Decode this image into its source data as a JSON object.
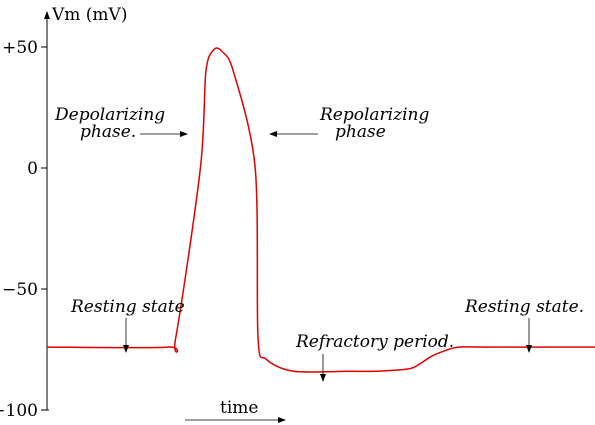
{
  "chart_data": {
    "type": "line",
    "ylabel": "Vm  (mV)",
    "xlabel": "time",
    "ylim": [
      -100,
      50
    ],
    "y_ticks": [
      {
        "value": 50,
        "label": "+50"
      },
      {
        "value": 0,
        "label": "0"
      },
      {
        "value": -50,
        "label": "−50"
      },
      {
        "value": -100,
        "label": "−100"
      }
    ],
    "xlim": [
      0,
      100
    ],
    "series": [
      {
        "color": "#e00000",
        "x": [
          0,
          22,
          23.5,
          28,
          29,
          30.5,
          32,
          34,
          38,
          38.5,
          40,
          45,
          55,
          60,
          66,
          68,
          70,
          72,
          75,
          80,
          100
        ],
        "y": [
          -74,
          -74,
          -70,
          0,
          40,
          49,
          48,
          40,
          0,
          -70,
          -79,
          -84,
          -84,
          -84,
          -83,
          -81,
          -78,
          -76,
          -74,
          -74,
          -74
        ]
      }
    ],
    "annotations": [
      {
        "id": "depol",
        "lines": [
          "Depolarizing",
          "phase."
        ]
      },
      {
        "id": "repol",
        "lines": [
          "Repolarizing",
          "phase"
        ]
      },
      {
        "id": "rest1",
        "lines": [
          "Resting state"
        ]
      },
      {
        "id": "refr",
        "lines": [
          "Refractory period."
        ]
      },
      {
        "id": "rest2",
        "lines": [
          "Resting state."
        ]
      }
    ]
  }
}
